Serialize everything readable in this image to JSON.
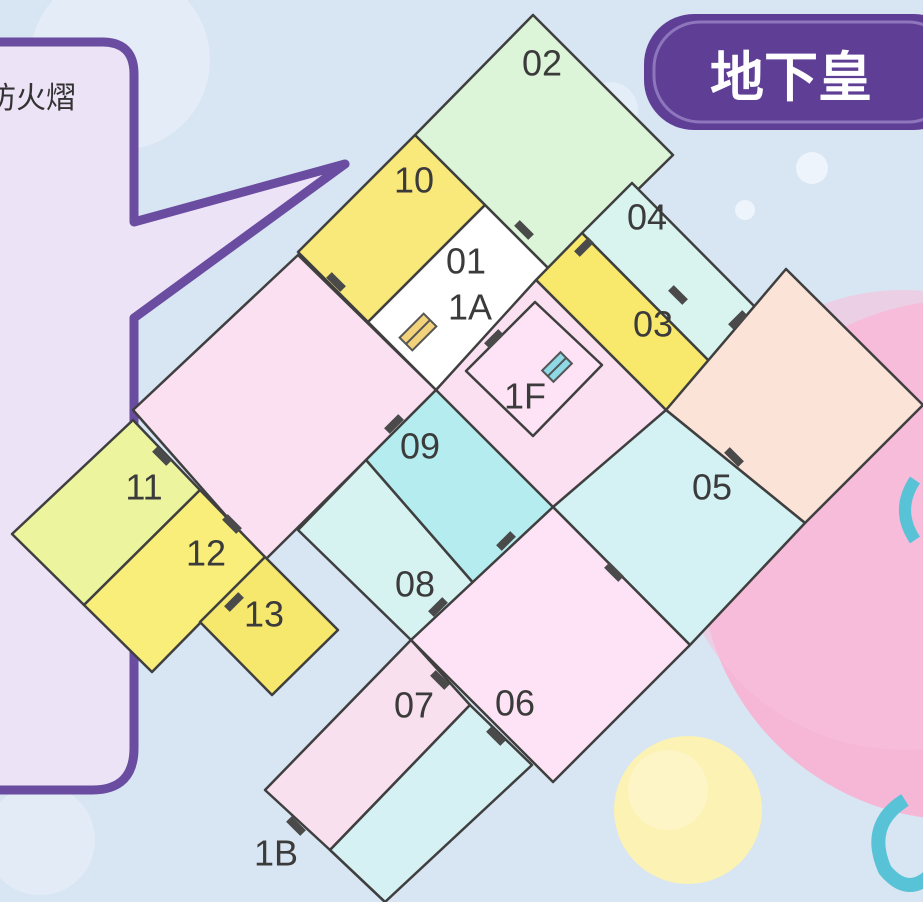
{
  "banner": {
    "title": "地下皇"
  },
  "callout": {
    "text": "防火熠"
  },
  "units": [
    {
      "id": "u02",
      "label": "02",
      "fill": "#dcf5d8"
    },
    {
      "id": "u10",
      "label": "10",
      "fill": "#f9e97a"
    },
    {
      "id": "u01",
      "label": "01",
      "fill": "#ffffff"
    },
    {
      "id": "u04",
      "label": "04",
      "fill": "#d9f3ef"
    },
    {
      "id": "u03",
      "label": "03",
      "fill": "#f8e86b"
    },
    {
      "id": "u1F",
      "label": "1F",
      "fill": "#fde3f5"
    },
    {
      "id": "u05",
      "label": "05",
      "fill": "#d4f1f4"
    },
    {
      "id": "u09",
      "label": "09",
      "fill": "#b5ecef"
    },
    {
      "id": "u11",
      "label": "11",
      "fill": "#ecf49e"
    },
    {
      "id": "u12",
      "label": "12",
      "fill": "#f8ee79"
    },
    {
      "id": "u13",
      "label": "13",
      "fill": "#f6e86c"
    },
    {
      "id": "u08",
      "label": "08",
      "fill": "#d6f3f1"
    },
    {
      "id": "u06",
      "label": "06",
      "fill": "#fde3f5"
    },
    {
      "id": "u07",
      "label": "07",
      "fill": "#f9e0ef"
    },
    {
      "id": "u1A",
      "label": "1A",
      "fill": "#ffffff"
    },
    {
      "id": "u1B",
      "label": "1B",
      "fill": "#f9e0ef"
    },
    {
      "id": "uCentralPink",
      "label": "",
      "fill": "#fbe0f2"
    },
    {
      "id": "uPeach",
      "label": "",
      "fill": "#fbe3d8"
    },
    {
      "id": "uBottomBlue",
      "label": "",
      "fill": "#d6f1f3"
    }
  ],
  "colors": {
    "background": "#d8e5f2",
    "banner": "#5f3f95",
    "callout_border": "#6a4ca0",
    "callout_fill": "#ece3f6",
    "outline": "#3f3f3f",
    "door": "#4a4a4a",
    "pink_balloon": "#f6b6d6",
    "cream_balloon": "#fbf2b3"
  },
  "icons": [
    "staircase-icon",
    "elevator-icon"
  ]
}
